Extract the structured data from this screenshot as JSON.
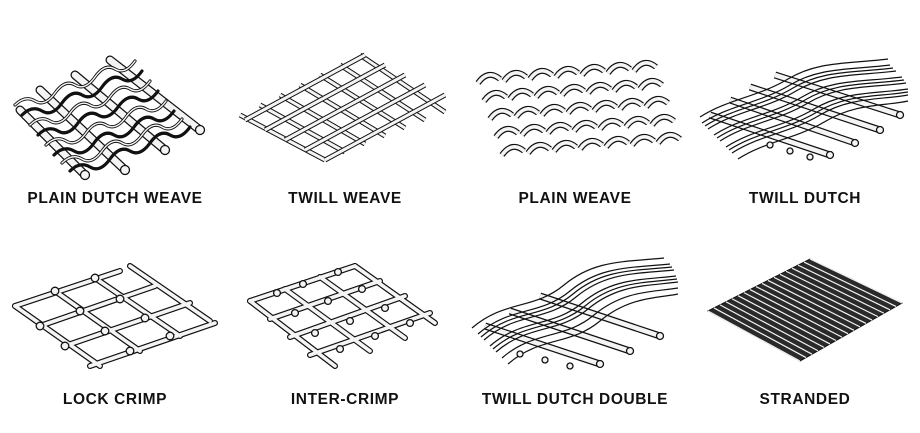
{
  "weaves": [
    {
      "label": "PLAIN DUTCH WEAVE",
      "icon": "plain-dutch-weave-icon"
    },
    {
      "label": "TWILL WEAVE",
      "icon": "twill-weave-icon"
    },
    {
      "label": "PLAIN WEAVE",
      "icon": "plain-weave-icon"
    },
    {
      "label": "TWILL DUTCH",
      "icon": "twill-dutch-icon"
    },
    {
      "label": "LOCK CRIMP",
      "icon": "lock-crimp-icon"
    },
    {
      "label": "INTER-CRIMP",
      "icon": "inter-crimp-icon"
    },
    {
      "label": "TWILL DUTCH DOUBLE",
      "icon": "twill-dutch-double-icon"
    },
    {
      "label": "STRANDED",
      "icon": "stranded-icon"
    }
  ],
  "colors": {
    "ink": "#111111",
    "wire": "#f4f4f4",
    "shade": "#9a9a9a",
    "dark": "#2a2a2a"
  }
}
